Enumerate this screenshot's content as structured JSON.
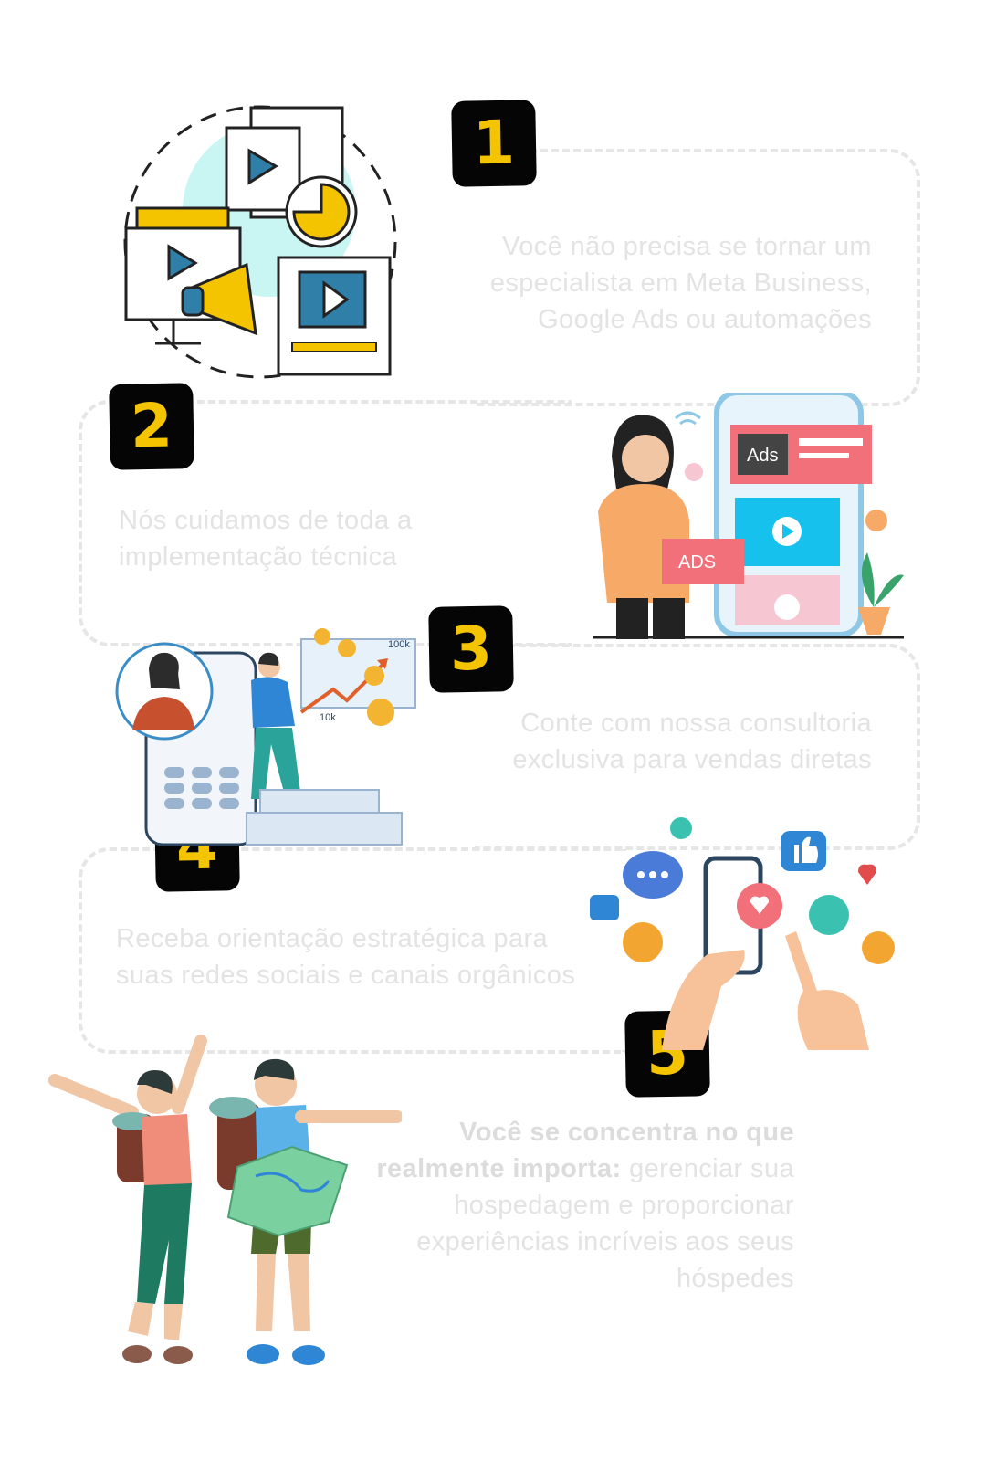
{
  "steps": [
    {
      "number": "1",
      "text": "Você não precisa se tornar um especialista em Meta Business, Google Ads ou automações"
    },
    {
      "number": "2",
      "text": "Nós cuidamos de toda a implementação técnica"
    },
    {
      "number": "3",
      "text": "Conte com nossa consultoria exclusiva para vendas diretas"
    },
    {
      "number": "4",
      "text": "Receba orientação estratégica para suas redes sociais e canais orgânicos"
    },
    {
      "number": "5",
      "text_bold": "Você se concentra no que realmente importa:",
      "text_rest": " gerenciar sua hospedagem e proporcionar experiências incríveis aos seus hóspedes"
    }
  ],
  "illustration_labels": {
    "ads_card": "Ads",
    "ads_sign": "ADS",
    "chart_top": "100k",
    "chart_mid": "10k"
  },
  "colors": {
    "badge_bg": "#050505",
    "badge_fg": "#f5c400",
    "frame": "#e6e6e6",
    "text": "#e3e3e3"
  }
}
